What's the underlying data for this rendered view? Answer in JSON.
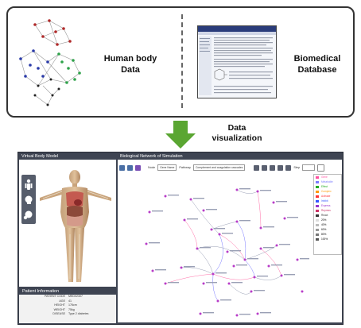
{
  "top_labels": {
    "human_body": [
      "Human body",
      "Data"
    ],
    "database": [
      "Biomedical",
      "Database"
    ]
  },
  "arrow_label": [
    "Data",
    "visualization"
  ],
  "screen": {
    "body_panel_title": "Virtual Body Model",
    "network_title": "Biological Network of Simulation",
    "patient_title": "Patient Information",
    "toolbar": {
      "node_label": "Node",
      "node_value": "Gene Name",
      "pathway_label": "Pathway",
      "pathway_value": "Complement and coagulation cascades",
      "step_label": "Step"
    },
    "patient_fields": [
      {
        "key": "PATIENT CODE",
        "value": "MED02307"
      },
      {
        "key": "AGE",
        "value": "41"
      },
      {
        "key": "HEIGHT",
        "value": "176cm"
      },
      {
        "key": "WEIGHT",
        "value": "75kg"
      },
      {
        "key": "DISEASE",
        "value": "Type 2 diabetes"
      }
    ],
    "legend": [
      {
        "label": "Gene",
        "color": "#ff4fa0"
      },
      {
        "label": "Metabolite",
        "color": "#7b7bff"
      },
      {
        "label": "Effect",
        "color": "#22aa22"
      },
      {
        "label": "Complex",
        "color": "#ff9900"
      },
      {
        "label": "Activate",
        "color": "#ff3333"
      },
      {
        "label": "Inhibit",
        "color": "#3355ff"
      },
      {
        "label": "Express",
        "color": "#9933cc"
      },
      {
        "label": "Repress",
        "color": "#cc3366"
      },
      {
        "label": "React",
        "color": "#333333"
      },
      {
        "label": "20%",
        "color": "#dddddd"
      },
      {
        "label": "40%",
        "color": "#bbbbbb"
      },
      {
        "label": "60%",
        "color": "#999999"
      },
      {
        "label": "80%",
        "color": "#777777"
      },
      {
        "label": "100%",
        "color": "#555555"
      }
    ]
  },
  "colors": {
    "accent_arrow": "#5aa632",
    "node": "#b83cc8",
    "edge": "#9aa0b5",
    "panel_dark": "#3e4452"
  }
}
